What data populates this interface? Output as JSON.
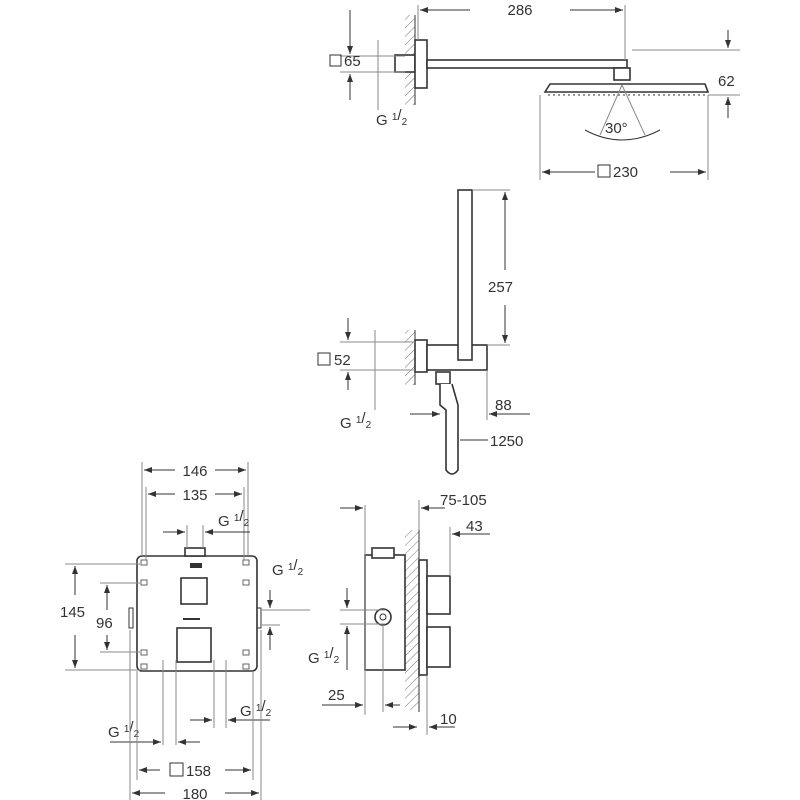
{
  "thread": {
    "g": "G",
    "num": "1",
    "den": "2"
  },
  "head_shower": {
    "arm_length": "286",
    "flange_size": "65",
    "head_height": "62",
    "tilt_angle": "30°",
    "head_size": "230"
  },
  "hand_shower": {
    "shower_length": "257",
    "holder_size": "52",
    "holder_projection": "88",
    "hose_length": "1250"
  },
  "mixer_front": {
    "outer_width": "146",
    "inner_width": "135",
    "height": "145",
    "fixing_spacing": "96",
    "plate_size": "158",
    "total_width": "180"
  },
  "mixer_side": {
    "install_depth": "75-105",
    "handle_projection": "43",
    "inlet_offset": "25",
    "plate_thickness": "10"
  }
}
